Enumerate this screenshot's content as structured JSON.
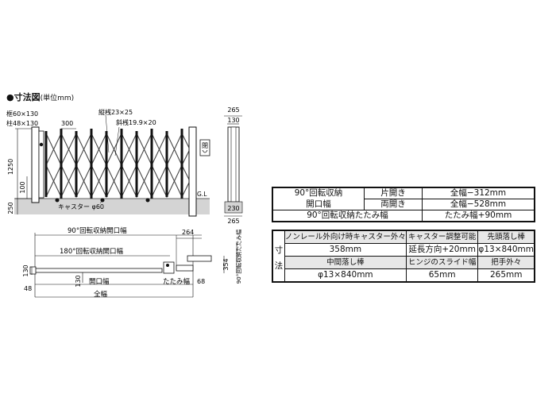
{
  "heading": {
    "title": "●寸法図",
    "unit": "(単位mm)"
  },
  "front_view": {
    "frame": "框60×130",
    "post": "柱48×130",
    "pitch": "300",
    "vertical_bar": "縦桟23×25",
    "diagonal_bar": "斜桟19.9×20",
    "height_1250": "1250",
    "height_100": "100",
    "height_250": "250",
    "caster": "キャスター φ60",
    "lock": "閉",
    "ground": "G.L"
  },
  "side_view": {
    "top_width": "265",
    "top_depth": "130",
    "bottom_depth": "230",
    "bottom_width": "265"
  },
  "plan_view": {
    "open_90": "90°回転収納開口幅",
    "open_180": "180°回転収納開口幅",
    "dim_264": "264",
    "dim_354": "354",
    "fold_90": "90°回転収納たたみ幅",
    "dim_130_left": "130",
    "dim_130_inner": "130",
    "dim_48": "48",
    "opening": "開口幅",
    "fold": "たたみ幅",
    "dim_68": "68",
    "total": "全幅"
  },
  "table_a": {
    "r1c1": "90°回転収納",
    "r1c2": "片開き",
    "r1c3": "全幅−312mm",
    "r2c1": "開口幅",
    "r2c2": "両開き",
    "r2c3": "全幅−528mm",
    "r3c1": "90°回転収納たたみ幅",
    "r3c3": "たたみ幅+90mm"
  },
  "table_b": {
    "side_1": "寸",
    "side_2": "法",
    "h1": "ノンレール外向け時キャスター外々",
    "h2": "キャスター調整可能",
    "h3": "先頭落し棒",
    "v1": "358mm",
    "v2": "延長方向+20mm",
    "v3": "φ13×840mm",
    "h4": "中間落し棒",
    "h5": "ヒンジのスライド幅",
    "h6": "把手外々",
    "v4": "φ13×840mm",
    "v5": "65mm",
    "v6": "265mm"
  }
}
